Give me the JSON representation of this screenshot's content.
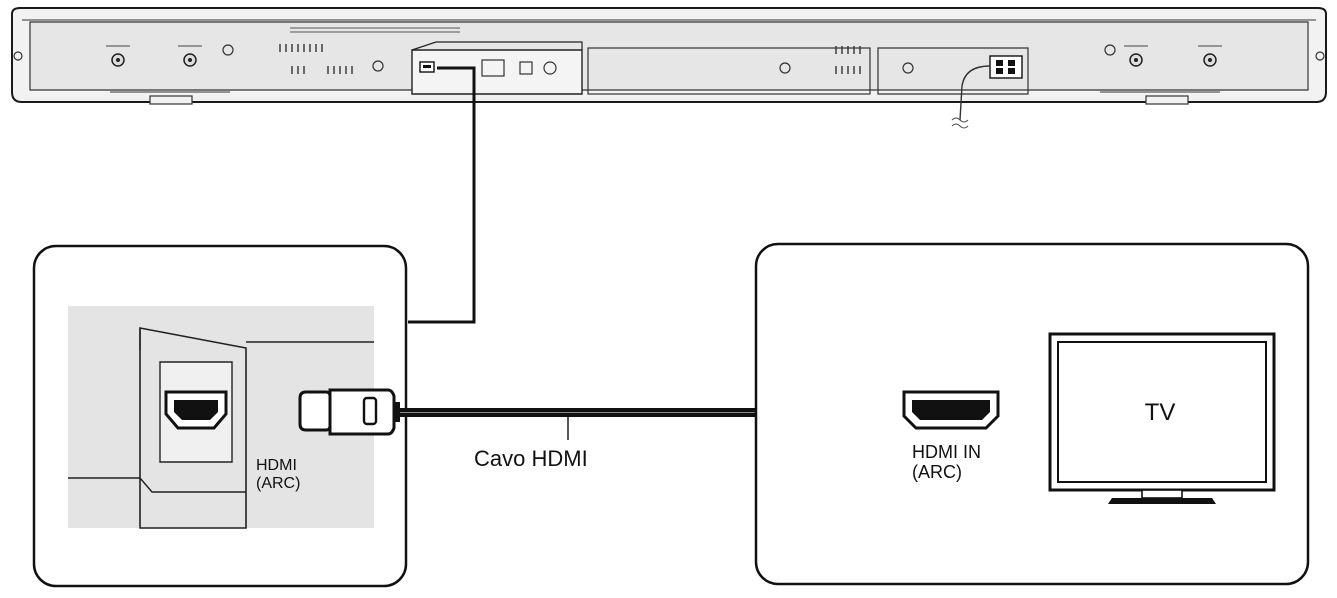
{
  "labels": {
    "soundbar_port": "HDMI\n(ARC)",
    "cable": "Cavo HDMI",
    "tv_port": "HDMI IN\n(ARC)",
    "tv": "TV"
  },
  "colors": {
    "line": "#1a1a1a",
    "panel_fill": "#e4e4e4",
    "soundbar_fill": "#f2f2f2",
    "soundbar_face": "#dcdcdc",
    "cable": "#111111"
  },
  "icons": [
    "hdmi-port-icon",
    "hdmi-plug-icon",
    "tv-icon",
    "screw-icon",
    "vent-icon",
    "power-connector-icon"
  ]
}
